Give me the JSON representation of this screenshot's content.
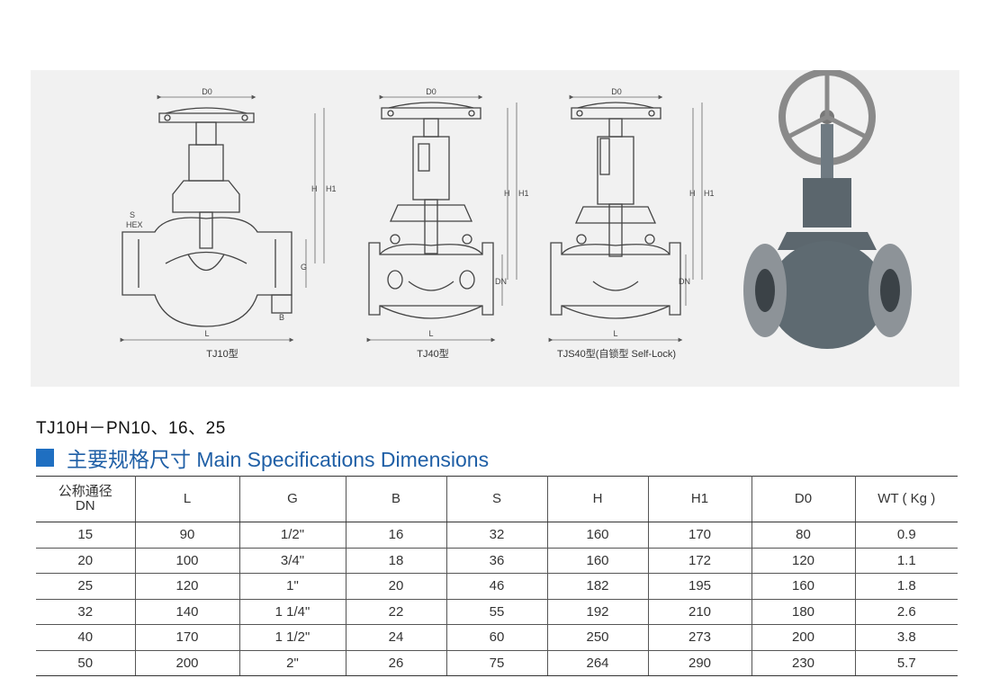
{
  "drawings": {
    "labels": {
      "d0": "D0",
      "h": "H",
      "h1": "H1",
      "l": "L",
      "g": "G",
      "b": "B",
      "dn": "DN",
      "s": "S",
      "hex": "HEX"
    },
    "captions": [
      "TJ10型",
      "TJ40型",
      "TJS40型(自锁型 Self-Lock)"
    ]
  },
  "model_line": "TJ10H－PN10、16、25",
  "spec_title": "主要规格尺寸 Main Specifications Dimensions",
  "table": {
    "header_dn_line1": "公称通径",
    "header_dn_line2": "DN",
    "headers": [
      "L",
      "G",
      "B",
      "S",
      "H",
      "H1",
      "D0",
      "WT ( Kg )"
    ],
    "rows": [
      [
        "15",
        "90",
        "1/2\"",
        "16",
        "32",
        "160",
        "170",
        "80",
        "0.9"
      ],
      [
        "20",
        "100",
        "3/4\"",
        "18",
        "36",
        "160",
        "172",
        "120",
        "1.1"
      ],
      [
        "25",
        "120",
        "1\"",
        "20",
        "46",
        "182",
        "195",
        "160",
        "1.8"
      ],
      [
        "32",
        "140",
        "1 1/4\"",
        "22",
        "55",
        "192",
        "210",
        "180",
        "2.6"
      ],
      [
        "40",
        "170",
        "1 1/2\"",
        "24",
        "60",
        "250",
        "273",
        "200",
        "3.8"
      ],
      [
        "50",
        "200",
        "2\"",
        "26",
        "75",
        "264",
        "290",
        "230",
        "5.7"
      ]
    ]
  },
  "colors": {
    "accent_square": "#1f6fc1",
    "title_text": "#1f5fa6",
    "panel_bg": "#f1f1f1"
  }
}
